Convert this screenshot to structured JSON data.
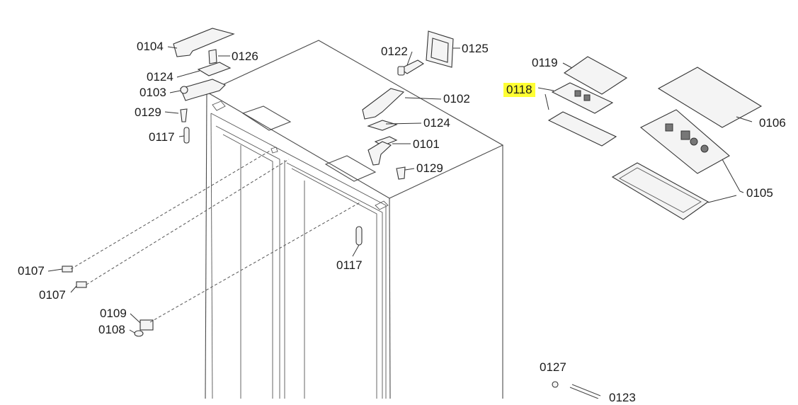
{
  "labels": {
    "l0104": "0104",
    "l0126": "0126",
    "l0124a": "0124",
    "l0103": "0103",
    "l0129a": "0129",
    "l0117a": "0117",
    "l0122": "0122",
    "l0125": "0125",
    "l0102": "0102",
    "l0124b": "0124",
    "l0101": "0101",
    "l0129b": "0129",
    "l0117b": "0117",
    "l0119": "0119",
    "l0118": "0118",
    "l0106": "0106",
    "l0105": "0105",
    "l0107a": "0107",
    "l0107b": "0107",
    "l0109": "0109",
    "l0108": "0108",
    "l0127": "0127",
    "l0123": "0123"
  },
  "highlight_color": "#ffff33"
}
